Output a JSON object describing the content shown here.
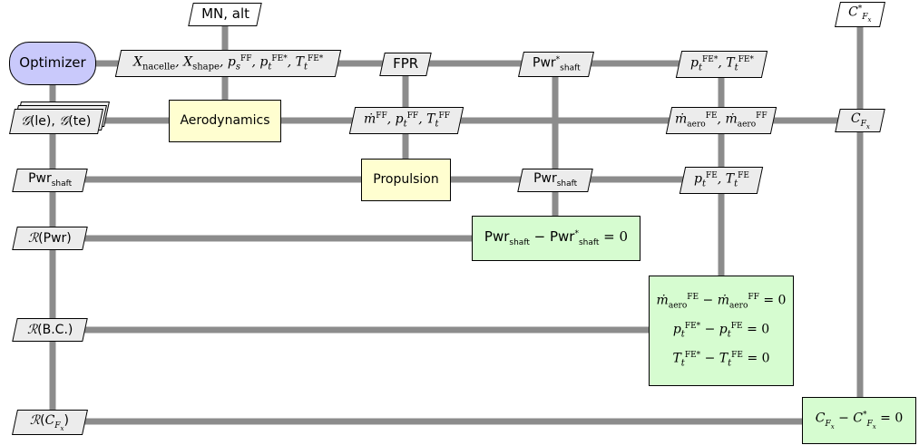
{
  "nodes": {
    "optimizer": "Optimizer",
    "mn_alt": "MN, alt",
    "cfx_target": "C*_Fx",
    "design_vars": "X_nacelle, X_shape, p_s^FF, p_t^FE*, T_t^FE*",
    "fpr": "FPR",
    "pwr_shaft_target": "Pwr*_shaft",
    "pt_tt_target": "p_t^FE*, T_t^FE*",
    "geometry": "G(le), G(te)",
    "aerodynamics": "Aerodynamics",
    "ff_state": "mdot^FF, p_t^FF, T_t^FF",
    "mdot_aero": "mdot_aero^FE, mdot_aero^FF",
    "cfx": "C_Fx",
    "pwr_shaft_left": "Pwr_shaft",
    "propulsion": "Propulsion",
    "pwr_shaft_mid": "Pwr_shaft",
    "pt_tt_fe": "p_t^FE, T_t^FE",
    "res_pwr": "R(Pwr)",
    "pwr_balance": "Pwr_shaft − Pwr*_shaft = 0",
    "res_bc": "R(B.C.)",
    "bc_eq1": "mdot_aero^FE − mdot_aero^FF = 0",
    "bc_eq2": "p_t^FE* − p_t^FE = 0",
    "bc_eq3": "T_t^FE* − T_t^FE = 0",
    "res_cfx": "R(C_Fx)",
    "cfx_balance": "C_Fx − C*_Fx = 0"
  },
  "colors": {
    "optimizer": "#c9c9fb",
    "analysis": "#fffed0",
    "balance": "#d6fcd0",
    "data": "#ececec",
    "connector": "#8c8c8c"
  }
}
